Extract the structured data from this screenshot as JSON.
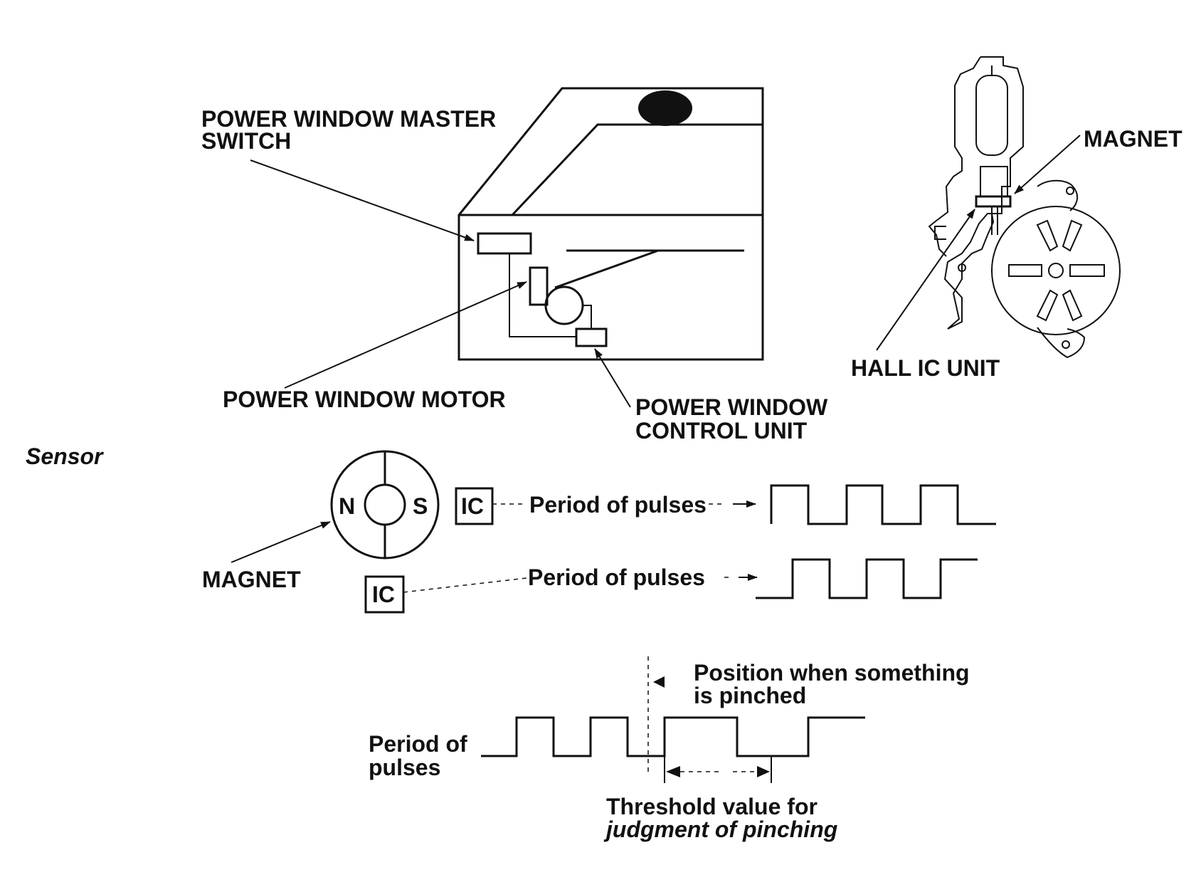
{
  "labels": {
    "master_switch_line1": "POWER WINDOW MASTER",
    "master_switch_line2": "SWITCH",
    "motor": "POWER WINDOW MOTOR",
    "control_unit_line1": "POWER WINDOW",
    "control_unit_line2": "CONTROL UNIT",
    "magnet_top": "MAGNET",
    "hall_ic_unit": "HALL IC UNIT",
    "sensor_heading": "Sensor",
    "pole_n": "N",
    "pole_s": "S",
    "ic_1": "IC",
    "ic_2": "IC",
    "pulses_1": "Period of pulses",
    "pulses_2": "Period of pulses",
    "magnet_sensor": "MAGNET",
    "pinched_line1": "Position when something",
    "pinched_line2": "is pinched",
    "period_line1": "Period of",
    "period_line2": "pulses",
    "threshold_line1": "Threshold value for",
    "threshold_line2": "judgment of pinching"
  },
  "colors": {
    "ink": "#111111",
    "background": "#ffffff"
  }
}
